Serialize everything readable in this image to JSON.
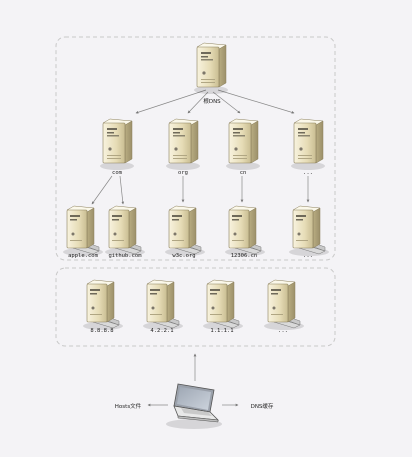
{
  "diagram": {
    "root": {
      "label": "根DNS"
    },
    "tld": [
      {
        "label": "com"
      },
      {
        "label": "org"
      },
      {
        "label": "cn"
      },
      {
        "label": "..."
      }
    ],
    "second_level": [
      {
        "label": "apple.com"
      },
      {
        "label": "github.com"
      },
      {
        "label": "w3c.org"
      },
      {
        "label": "12306.cn"
      },
      {
        "label": "..."
      }
    ],
    "public_dns": [
      {
        "label": "8.8.8.8"
      },
      {
        "label": "4.2.2.1"
      },
      {
        "label": "1.1.1.1"
      },
      {
        "label": "..."
      }
    ],
    "client": {
      "hosts_label": "Hosts文件",
      "cache_label": "DNS缓存"
    }
  }
}
